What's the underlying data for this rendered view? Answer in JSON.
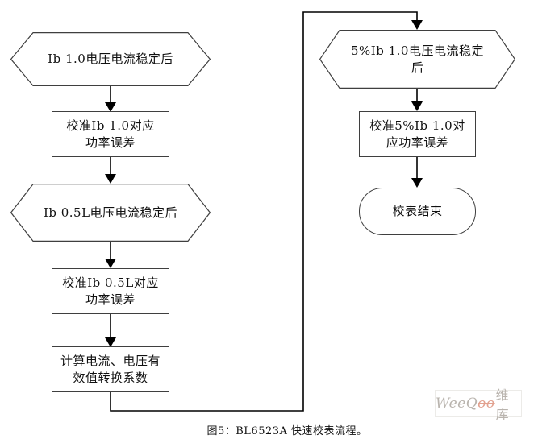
{
  "colors": {
    "background": "#ffffff",
    "shape_border": "#3f3f3f",
    "connector": "#000000",
    "text": "#111111",
    "watermark_text": "#b9b4ae",
    "watermark_accent": "#e2a18f",
    "watermark_border": "#ecebe8"
  },
  "flowchart": {
    "left": [
      {
        "shape": "hexagon",
        "label": "Ib 1.0电压电流稳定后"
      },
      {
        "shape": "process",
        "label": "校准Ib 1.0对应\n功率误差"
      },
      {
        "shape": "hexagon",
        "label": "Ib 0.5L电压电流稳定后"
      },
      {
        "shape": "process",
        "label": "校准Ib 0.5L对应\n功率误差"
      },
      {
        "shape": "process",
        "label": "计算电流、电压有\n效值转换系数"
      }
    ],
    "right": [
      {
        "shape": "hexagon",
        "label": "5%Ib 1.0电压电流稳定\n后"
      },
      {
        "shape": "process",
        "label": "校准5%Ib 1.0对\n应功率误差"
      },
      {
        "shape": "terminator",
        "label": "校表结束"
      }
    ]
  },
  "caption": "图5：BL6523A 快速校表流程。",
  "watermark": {
    "script": "WeeQ",
    "accent": "oo",
    "suffix": "维库"
  }
}
